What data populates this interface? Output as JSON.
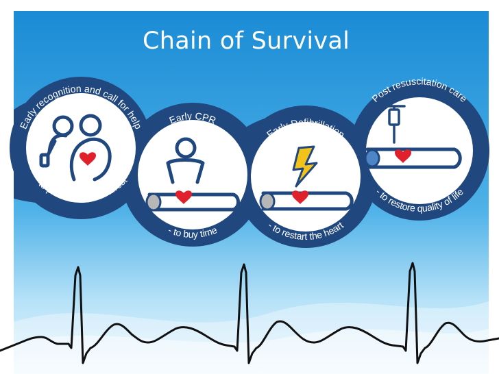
{
  "slide": {
    "title": "Chain of Survival"
  },
  "diagram": {
    "links": [
      {
        "heading": "Early recognition and call for help",
        "subtext": "- to prevent cardiac arrest",
        "icon": "rescuer-calling-icon"
      },
      {
        "heading": "Early CPR",
        "subtext": "- to buy time",
        "icon": "cpr-icon"
      },
      {
        "heading": "Early Defibrillation",
        "subtext": "- to restart the heart",
        "icon": "lightning-bolt-icon"
      },
      {
        "heading": "Post resuscitation care",
        "subtext": "- to restore quality of life",
        "icon": "iv-drip-icon"
      }
    ]
  },
  "colors": {
    "background_top": "#1f8fd6",
    "background_bottom": "#eaf6fd",
    "chain_blue": "#20487f",
    "heart_red": "#e0202a",
    "bolt_yellow": "#f3c21b",
    "ecg_trace": "#111111"
  }
}
